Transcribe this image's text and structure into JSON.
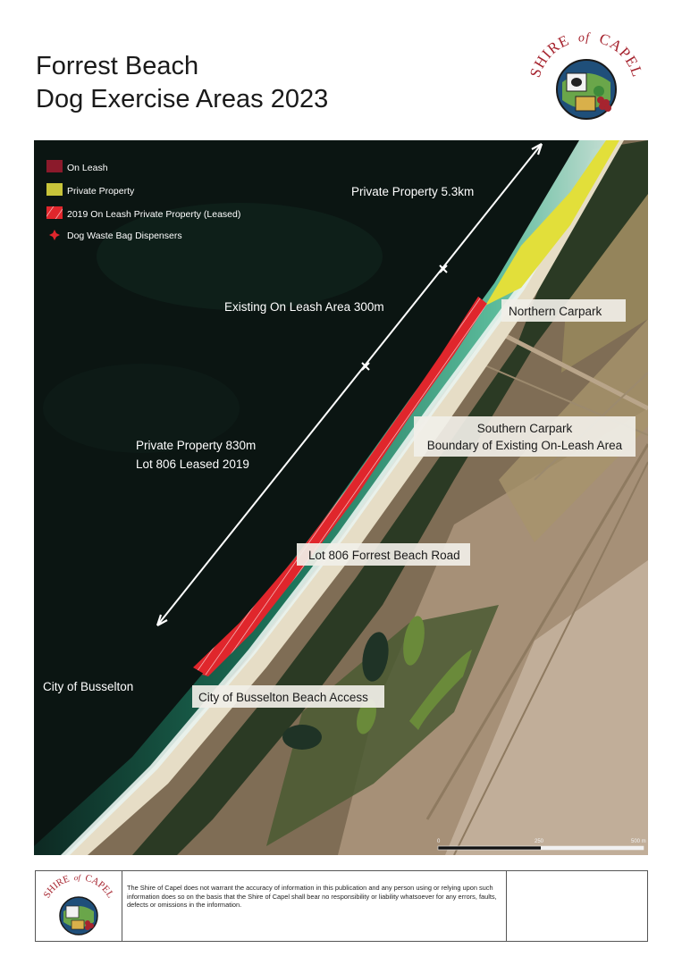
{
  "title": {
    "line1": "Forrest Beach",
    "line2": "Dog Exercise Areas 2023"
  },
  "logo": {
    "text_shire": "SHIRE",
    "text_of": "of",
    "text_capel": "CAPEL"
  },
  "legend": {
    "items": [
      {
        "label": "On Leash",
        "color": "#8b1a2b"
      },
      {
        "label": "Private Property",
        "color": "#d8d23c"
      },
      {
        "label": "2019 On Leash Private Property (Leased)",
        "color": "#e0262c"
      },
      {
        "label": "Dog Waste Bag Dispensers",
        "color": "#e0262c"
      }
    ]
  },
  "labels": {
    "private_property_53": "Private Property 5.3km",
    "existing_on_leash": "Existing On Leash Area 300m",
    "northern_carpark": "Northern Carpark",
    "southern_carpark": "Southern Carpark",
    "boundary": "Boundary of Existing On-Leash Area",
    "private_property_830": "Private Property 830m",
    "lot_806_leased": "Lot 806 Leased 2019",
    "lot_806_road": "Lot 806 Forrest Beach Road",
    "city_busselton": "City of Busselton",
    "busselton_access": "City of Busselton Beach Access"
  },
  "scale_bar": {
    "ticks": [
      "0",
      "250",
      "500 m"
    ]
  },
  "footer": {
    "disclaimer": "The Shire of Capel does not warrant the accuracy of information in this publication and any person using or relying upon such information does so on the basis that the Shire of Capel shall bear no responsibility or liability whatsoever for any errors, faults, defects or omissions in the information."
  },
  "colors": {
    "ocean": "#0b1512",
    "sand": "#e6ddc6",
    "on_leash_red": "#e0262c",
    "private_yellow": "#e2df3a",
    "vegetation": "#2b3a24",
    "brand_red": "#a6242f"
  }
}
